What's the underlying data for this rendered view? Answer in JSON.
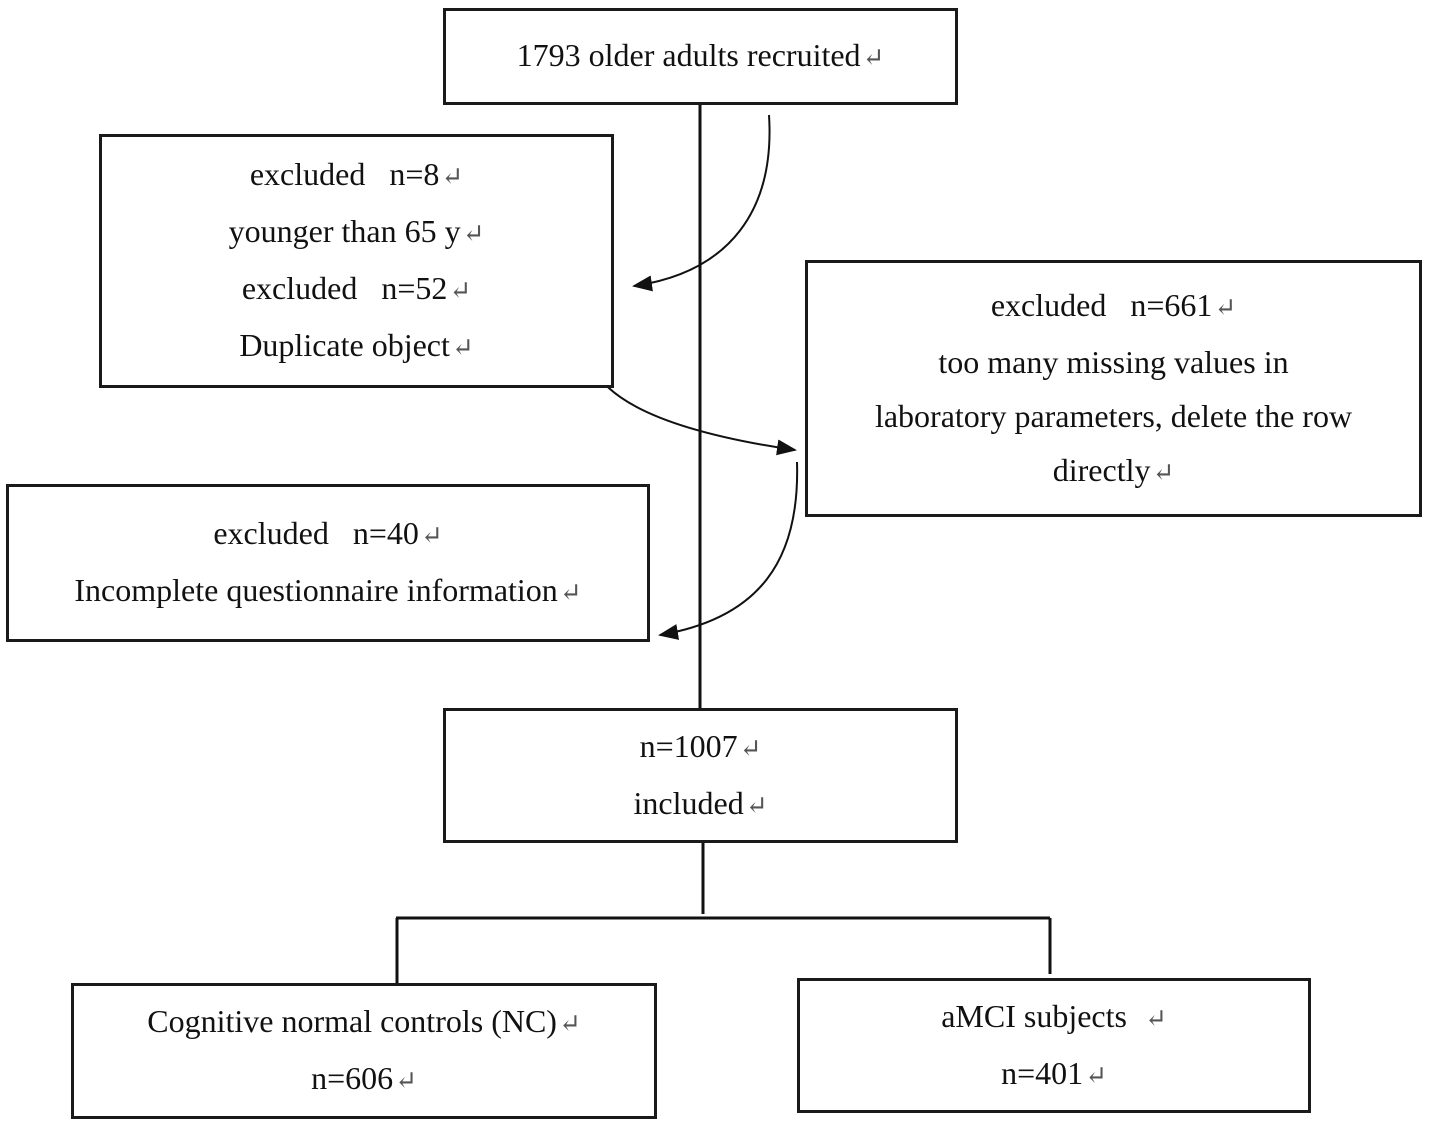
{
  "return_glyph": "↵",
  "boxes": {
    "recruited": {
      "lines": [
        "1793 older adults recruited"
      ]
    },
    "excluded_a": {
      "lines": [
        "excluded   n=8",
        "younger than 65 y",
        "excluded   n=52",
        "Duplicate object"
      ]
    },
    "excluded_b": {
      "lines": [
        "excluded   n=661",
        "too many missing values in",
        "laboratory parameters, delete the row",
        "directly"
      ]
    },
    "excluded_c": {
      "lines": [
        "excluded   n=40",
        "Incomplete questionnaire information"
      ]
    },
    "included": {
      "lines": [
        "n=1007",
        "included"
      ]
    },
    "nc": {
      "lines": [
        "Cognitive normal controls (NC)",
        "n=606"
      ]
    },
    "amci": {
      "lines": [
        "aMCI subjects  ",
        "n=401"
      ]
    }
  }
}
